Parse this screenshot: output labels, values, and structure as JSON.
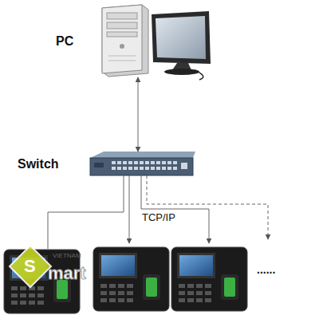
{
  "diagram": {
    "nodes": [
      {
        "text": [
          "PC"
        ]
      },
      {
        "text": [
          "Switch"
        ]
      }
    ],
    "edges": [
      {
        "from": 0,
        "to": 1,
        "arrow": "both"
      }
    ],
    "labels": [
      "TCP/IP",
      "......",
      "VIETNAM",
      "S",
      "mart"
    ]
  }
}
